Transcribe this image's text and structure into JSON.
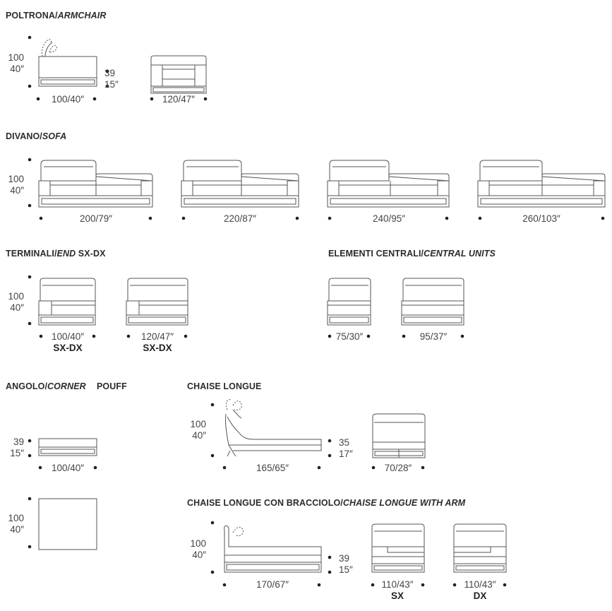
{
  "sections": {
    "armchair": {
      "title_it": "POLTRONA/",
      "title_en": "ARMCHAIR"
    },
    "sofa": {
      "title_it": "DIVANO/",
      "title_en": "SOFA"
    },
    "end_units": {
      "title_it": "TERMINALI/",
      "title_en": "END",
      "title_suffix": " SX-DX"
    },
    "central_units": {
      "title_it": "ELEMENTI CENTRALI/",
      "title_en": "CENTRAL UNITS"
    },
    "corner": {
      "title_it": "ANGOLO/",
      "title_en": "CORNER"
    },
    "pouff": {
      "title": "POUFF"
    },
    "chaise": {
      "title": "CHAISE LONGUE"
    },
    "chaise_arm": {
      "title_it": "CHAISE LONGUE CON BRACCIOLO/",
      "title_en": "CHAISE LONGUE WITH ARM"
    }
  },
  "heights": {
    "h100_cm": "100",
    "h100_in": "40″",
    "h39_cm": "39",
    "h39_in": "15″",
    "h35_cm": "35",
    "h35_in": "17″"
  },
  "dims": {
    "armchair_side": "100/40″",
    "armchair_front": "120/47″",
    "sofa": [
      "200/79″",
      "220/87″",
      "240/95″",
      "260/103″"
    ],
    "end": [
      "100/40″",
      "120/47″"
    ],
    "end_side": "SX-DX",
    "central": [
      "75/30″",
      "95/37″"
    ],
    "pouff": "100/40″",
    "chaise_side": "165/65″",
    "chaise_front": "70/28″",
    "chaise_arm_side": "170/67″",
    "chaise_arm_front": [
      "110/43″",
      "110/43″"
    ],
    "chaise_arm_labels": [
      "SX",
      "DX"
    ]
  }
}
